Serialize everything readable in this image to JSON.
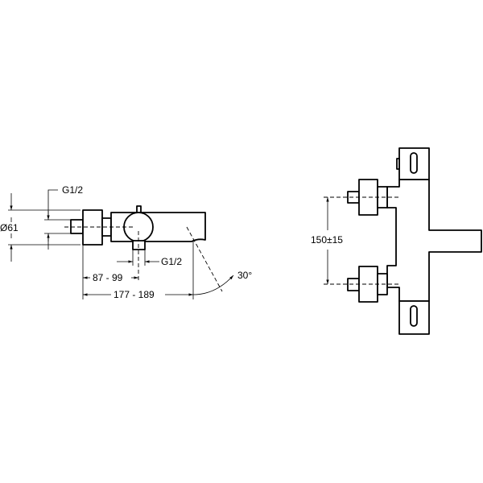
{
  "side_view": {
    "diameter_label": "Ø61",
    "inlet_thread_label": "G1/2",
    "outlet_thread_label": "G1/2",
    "dim_center_label": "87 - 99",
    "dim_total_label": "177 - 189",
    "angle_label": "30°"
  },
  "front_view": {
    "inlet_spacing_label": "150±15"
  },
  "colors": {
    "line": "#000000",
    "background": "#ffffff"
  }
}
